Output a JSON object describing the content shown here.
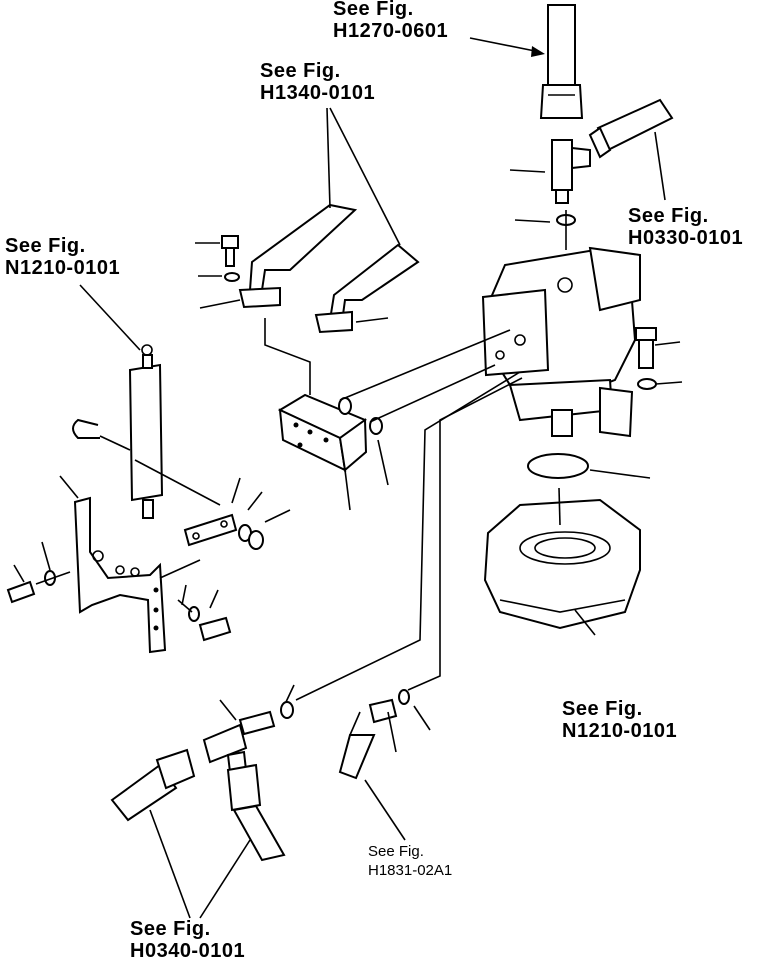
{
  "callouts": [
    {
      "id": "h1270",
      "line1": "See Fig.",
      "line2": "H1270-0601"
    },
    {
      "id": "h1340",
      "line1": "See Fig.",
      "line2": "H1340-0101"
    },
    {
      "id": "h0330",
      "line1": "See Fig.",
      "line2": "H0330-0101"
    },
    {
      "id": "n1210a",
      "line1": "See Fig.",
      "line2": "N1210-0101"
    },
    {
      "id": "n1210b",
      "line1": "See Fig.",
      "line2": "N1210-0101"
    },
    {
      "id": "h1831",
      "line1": "See Fig.",
      "line2": "H1831-02A1"
    },
    {
      "id": "h0340",
      "line1": "See Fig.",
      "line2": "H0340-0101"
    }
  ],
  "colors": {
    "ink": "#000000",
    "paper": "#ffffff"
  }
}
